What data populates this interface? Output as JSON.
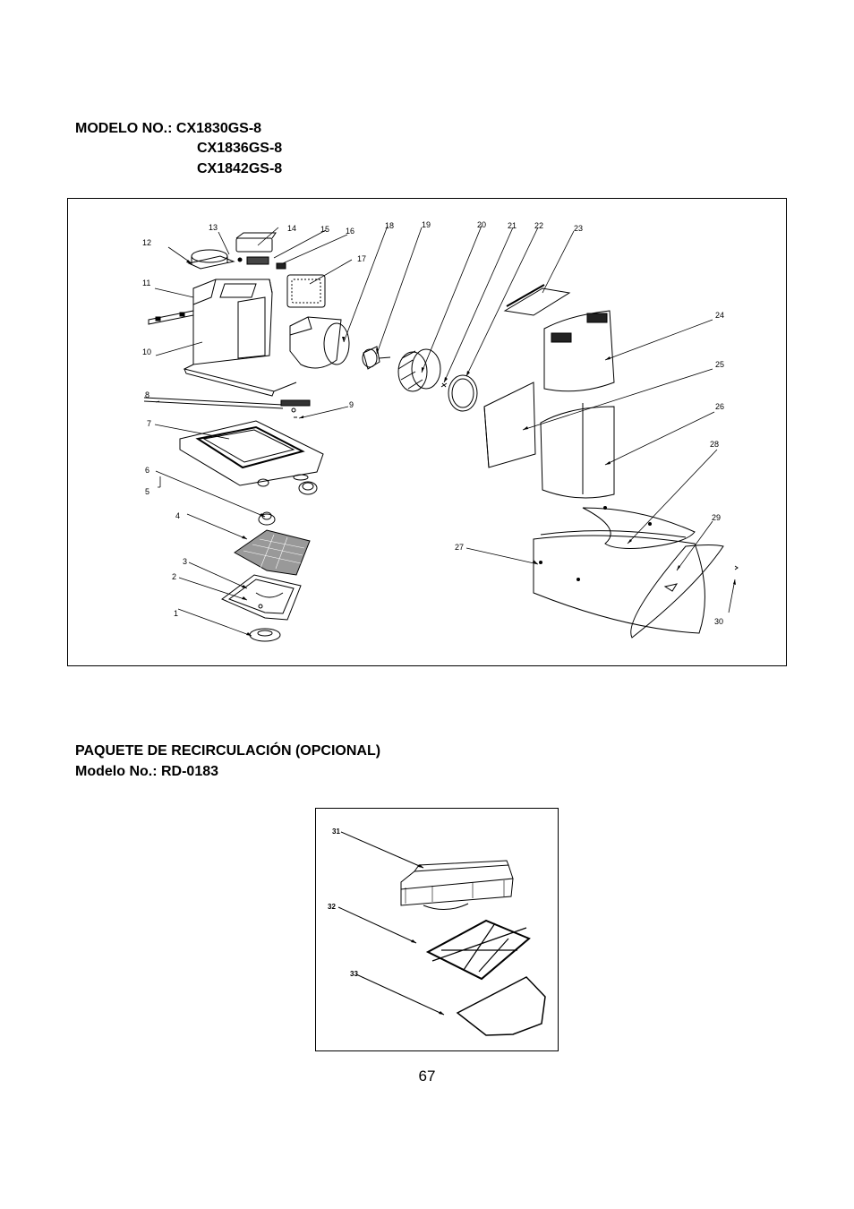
{
  "header": {
    "model_label": "MODELO NO.:",
    "models": [
      "CX1830GS-8",
      "CX1836GS-8",
      "CX1842GS-8"
    ]
  },
  "diagram_main": {
    "callouts": [
      "1",
      "2",
      "3",
      "4",
      "5",
      "6",
      "7",
      "8",
      "9",
      "10",
      "11",
      "12",
      "13",
      "14",
      "15",
      "16",
      "17",
      "18",
      "19",
      "20",
      "21",
      "22",
      "23",
      "24",
      "25",
      "26",
      "27",
      "28",
      "29",
      "30"
    ]
  },
  "recirc": {
    "title": "PAQUETE DE RECIRCULACIÓN (OPCIONAL)",
    "model": "Modelo No.: RD-0183",
    "callouts": [
      "31",
      "32",
      "33"
    ]
  },
  "page_number": "67"
}
